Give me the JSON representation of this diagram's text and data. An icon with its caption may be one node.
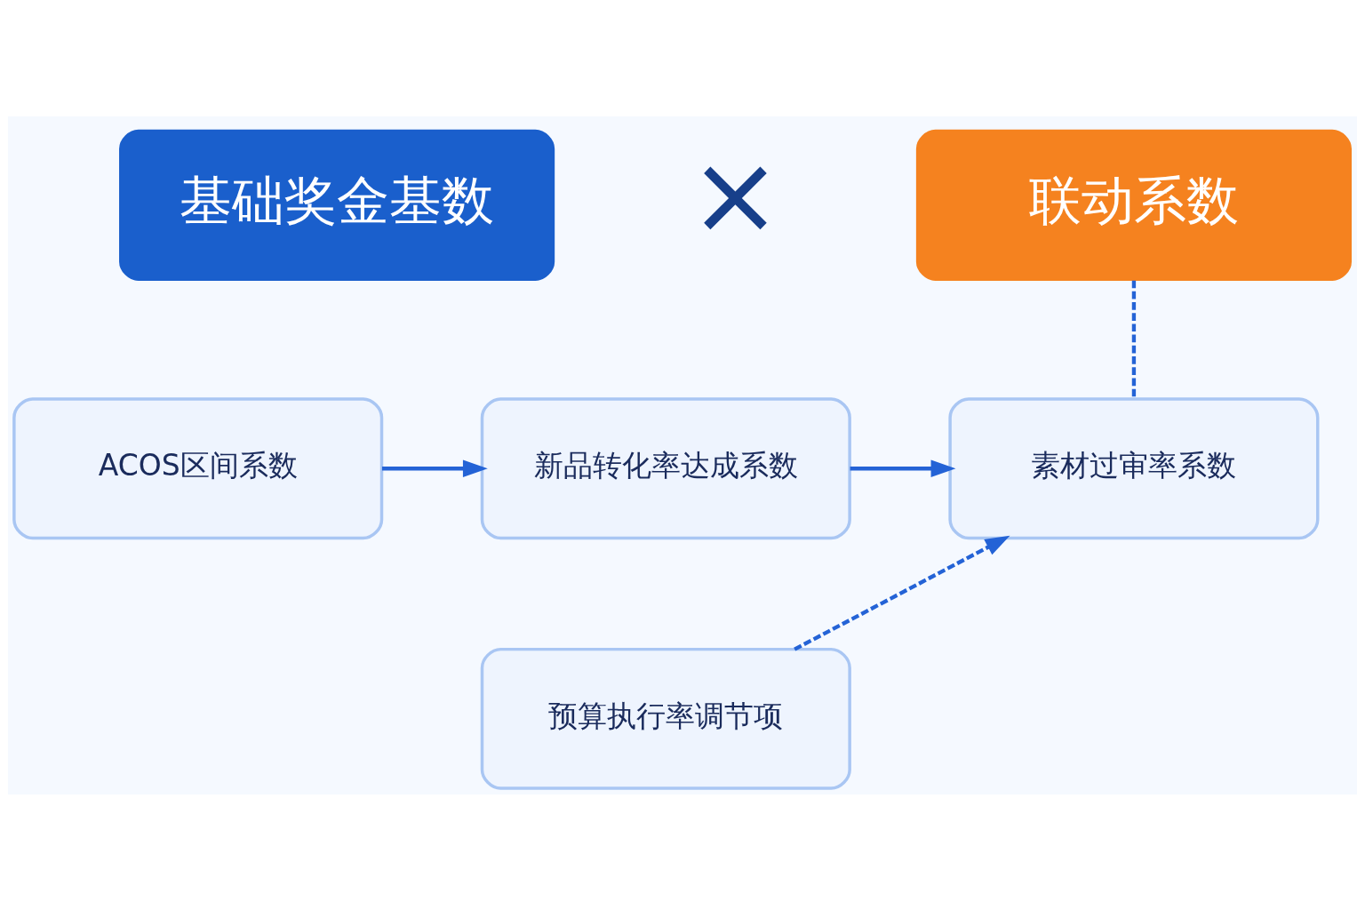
{
  "diagram": {
    "nodes": [
      {
        "text": [
          "基础奖金基数"
        ]
      },
      {
        "text": [
          "联动系数"
        ]
      },
      {
        "text": [
          "ACOS区间系数"
        ]
      },
      {
        "text": [
          "新品转化率达成系数"
        ]
      },
      {
        "text": [
          "素材过审率系数"
        ]
      },
      {
        "text": [
          "预算执行率调节项"
        ]
      }
    ],
    "edges": [
      {
        "from": 2,
        "to": 3,
        "arrow": "to"
      },
      {
        "from": 3,
        "to": 4,
        "arrow": "to"
      },
      {
        "from": 1,
        "to": 4,
        "arrow": "none",
        "style": "dashed"
      },
      {
        "from": 5,
        "to": 4,
        "arrow": "to",
        "style": "dashed"
      }
    ],
    "labels": [
      "×"
    ]
  }
}
